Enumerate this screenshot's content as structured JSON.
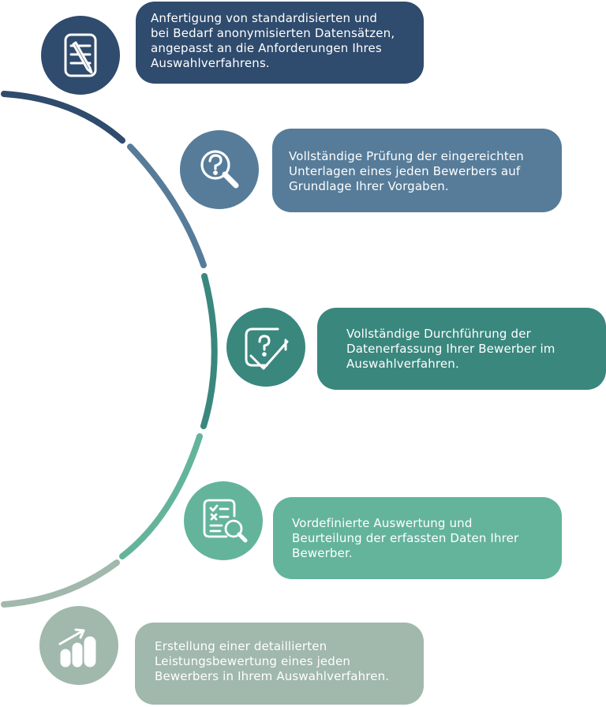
{
  "colors": {
    "step1": "#2f4b6d",
    "step2": "#567c99",
    "step3": "#3a877e",
    "step4": "#64b49c",
    "step5": "#a1b8ac"
  },
  "steps": [
    {
      "icon": "checklist-pen-icon",
      "lines": [
        "Anfertigung von standardisierten und",
        "bei Bedarf anonymisierten Datensätzen,",
        "angepasst an die Anforderungen Ihres",
        "Auswahlverfahrens."
      ]
    },
    {
      "icon": "question-magnifier-icon",
      "lines": [
        "Vollständige Prüfung der eingereichten",
        "Unterlagen eines jeden Bewerbers auf",
        "Grundlage Ihrer Vorgaben."
      ]
    },
    {
      "icon": "question-check-icon",
      "lines": [
        "Vollständige Durchführung der",
        "Datenerfassung Ihrer Bewerber im",
        "Auswahlverfahren."
      ]
    },
    {
      "icon": "document-search-icon",
      "lines": [
        "Vordefinierte Auswertung und",
        "Beurteilung der erfassten Daten Ihrer",
        "Bewerber."
      ]
    },
    {
      "icon": "growth-chart-icon",
      "lines": [
        "Erstellung einer detaillierten",
        "Leistungsbewertung eines jeden",
        "Bewerbers in Ihrem Auswahlverfahren."
      ]
    }
  ]
}
